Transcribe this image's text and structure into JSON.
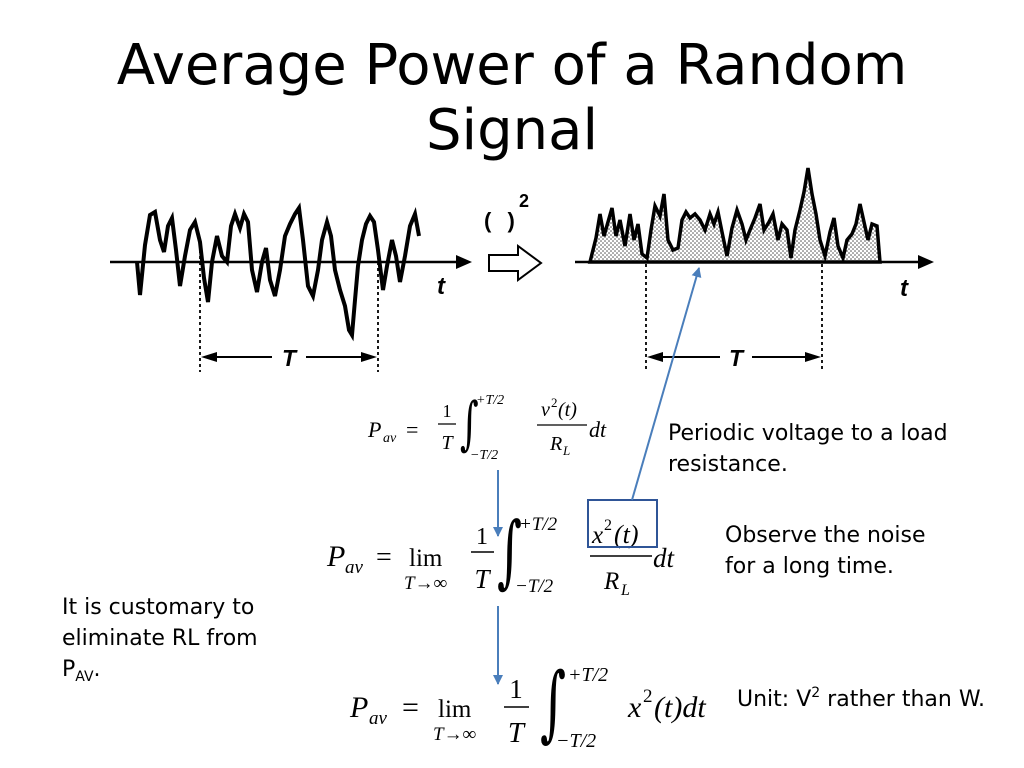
{
  "slide": {
    "title": "Average Power of a Random Signal"
  },
  "diagram": {
    "random_signal": {
      "axis_label": "t",
      "period_label": "T"
    },
    "squaring_operator": {
      "parentheses": "( )",
      "exponent": "2"
    },
    "squared_signal": {
      "axis_label": "t",
      "period_label": "T"
    }
  },
  "equations": {
    "finite_average": {
      "lhs": "P",
      "lhs_sub": "av",
      "equals": "=",
      "coef_num": "1",
      "coef_den": "T",
      "integral": "∫",
      "upper": "+T/2",
      "lower": "−T/2",
      "num_var": "v",
      "num_sup": "2",
      "num_arg": "(t)",
      "den_var": "R",
      "den_sub": "L",
      "differential": "dt"
    },
    "limit_average": {
      "lhs": "P",
      "lhs_sub": "av",
      "equals": "=",
      "limit": "lim",
      "limit_sub": "T→∞",
      "coef_num": "1",
      "coef_den": "T",
      "integral": "∫",
      "upper": "+T/2",
      "lower": "−T/2",
      "num_var": "x",
      "num_sup": "2",
      "num_arg": "(t)",
      "den_var": "R",
      "den_sub": "L",
      "differential": "dt"
    },
    "normalized_average": {
      "lhs": "P",
      "lhs_sub": "av",
      "equals": "=",
      "limit": "lim",
      "limit_sub": "T→∞",
      "coef_num": "1",
      "coef_den": "T",
      "integral": "∫",
      "upper": "+T/2",
      "lower": "−T/2",
      "integrand_var": "x",
      "integrand_sup": "2",
      "integrand_rest": "(t)dt"
    }
  },
  "annotations": {
    "periodic_voltage": [
      "Periodic voltage to a load",
      "resistance."
    ],
    "observe_noise": [
      "Observe the noise",
      "for a long time."
    ],
    "customary": {
      "lines": [
        "It is customary to",
        "eliminate RL from"
      ],
      "symbol": "P",
      "symbol_sub": "AV",
      "end": "."
    },
    "unit": {
      "prefix": "Unit: V",
      "exponent": "2",
      "suffix": " rather than W."
    }
  },
  "colors": {
    "arrow": "#4a7ebb",
    "highlight_box": "#2f5597",
    "text": "#000000"
  }
}
